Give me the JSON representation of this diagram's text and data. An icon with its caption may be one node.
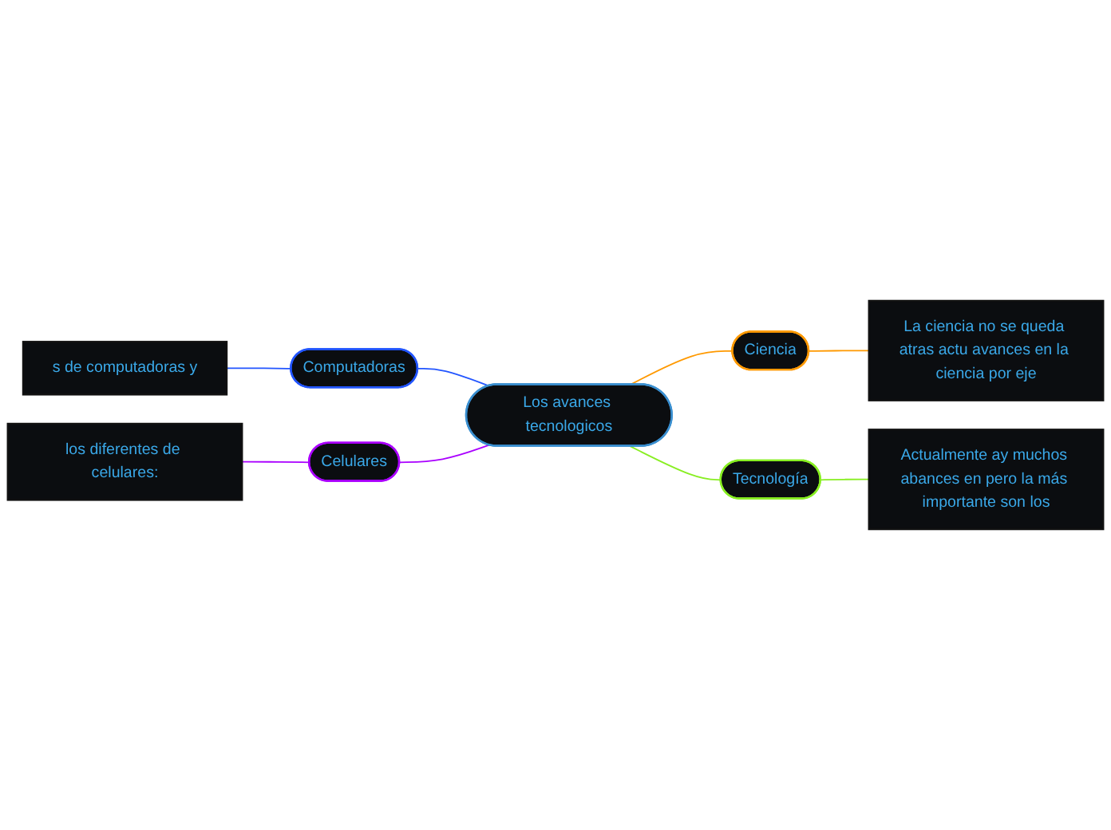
{
  "diagram": {
    "nodes": [
      {
        "text": [
          "Los avances tecnologicos"
        ]
      },
      {
        "text": [
          "Computadoras"
        ]
      },
      {
        "text": [
          "s de computadoras y"
        ]
      },
      {
        "text": [
          "Ciencia"
        ]
      },
      {
        "text": [
          "La ciencia no se queda atras actu avances en la ciencia por eje"
        ]
      },
      {
        "text": [
          "Celulares"
        ]
      },
      {
        "text": [
          "los diferentes de celulares:"
        ]
      },
      {
        "text": [
          "Tecnología"
        ]
      },
      {
        "text": [
          "Actualmente ay muchos abances en pero la más importante son los"
        ]
      }
    ],
    "edges": [
      {
        "from": 1,
        "to": 0,
        "arrow": "none",
        "color": "#2255ff"
      },
      {
        "from": 2,
        "to": 1,
        "arrow": "none",
        "color": "#2255ff"
      },
      {
        "from": 0,
        "to": 3,
        "arrow": "none",
        "color": "#ff9900"
      },
      {
        "from": 3,
        "to": 4,
        "arrow": "none",
        "color": "#ff9900"
      },
      {
        "from": 5,
        "to": 0,
        "arrow": "none",
        "color": "#aa00ff"
      },
      {
        "from": 6,
        "to": 5,
        "arrow": "none",
        "color": "#aa00ff"
      },
      {
        "from": 0,
        "to": 7,
        "arrow": "none",
        "color": "#88ee22"
      },
      {
        "from": 7,
        "to": 8,
        "arrow": "none",
        "color": "#88ee22"
      }
    ]
  }
}
